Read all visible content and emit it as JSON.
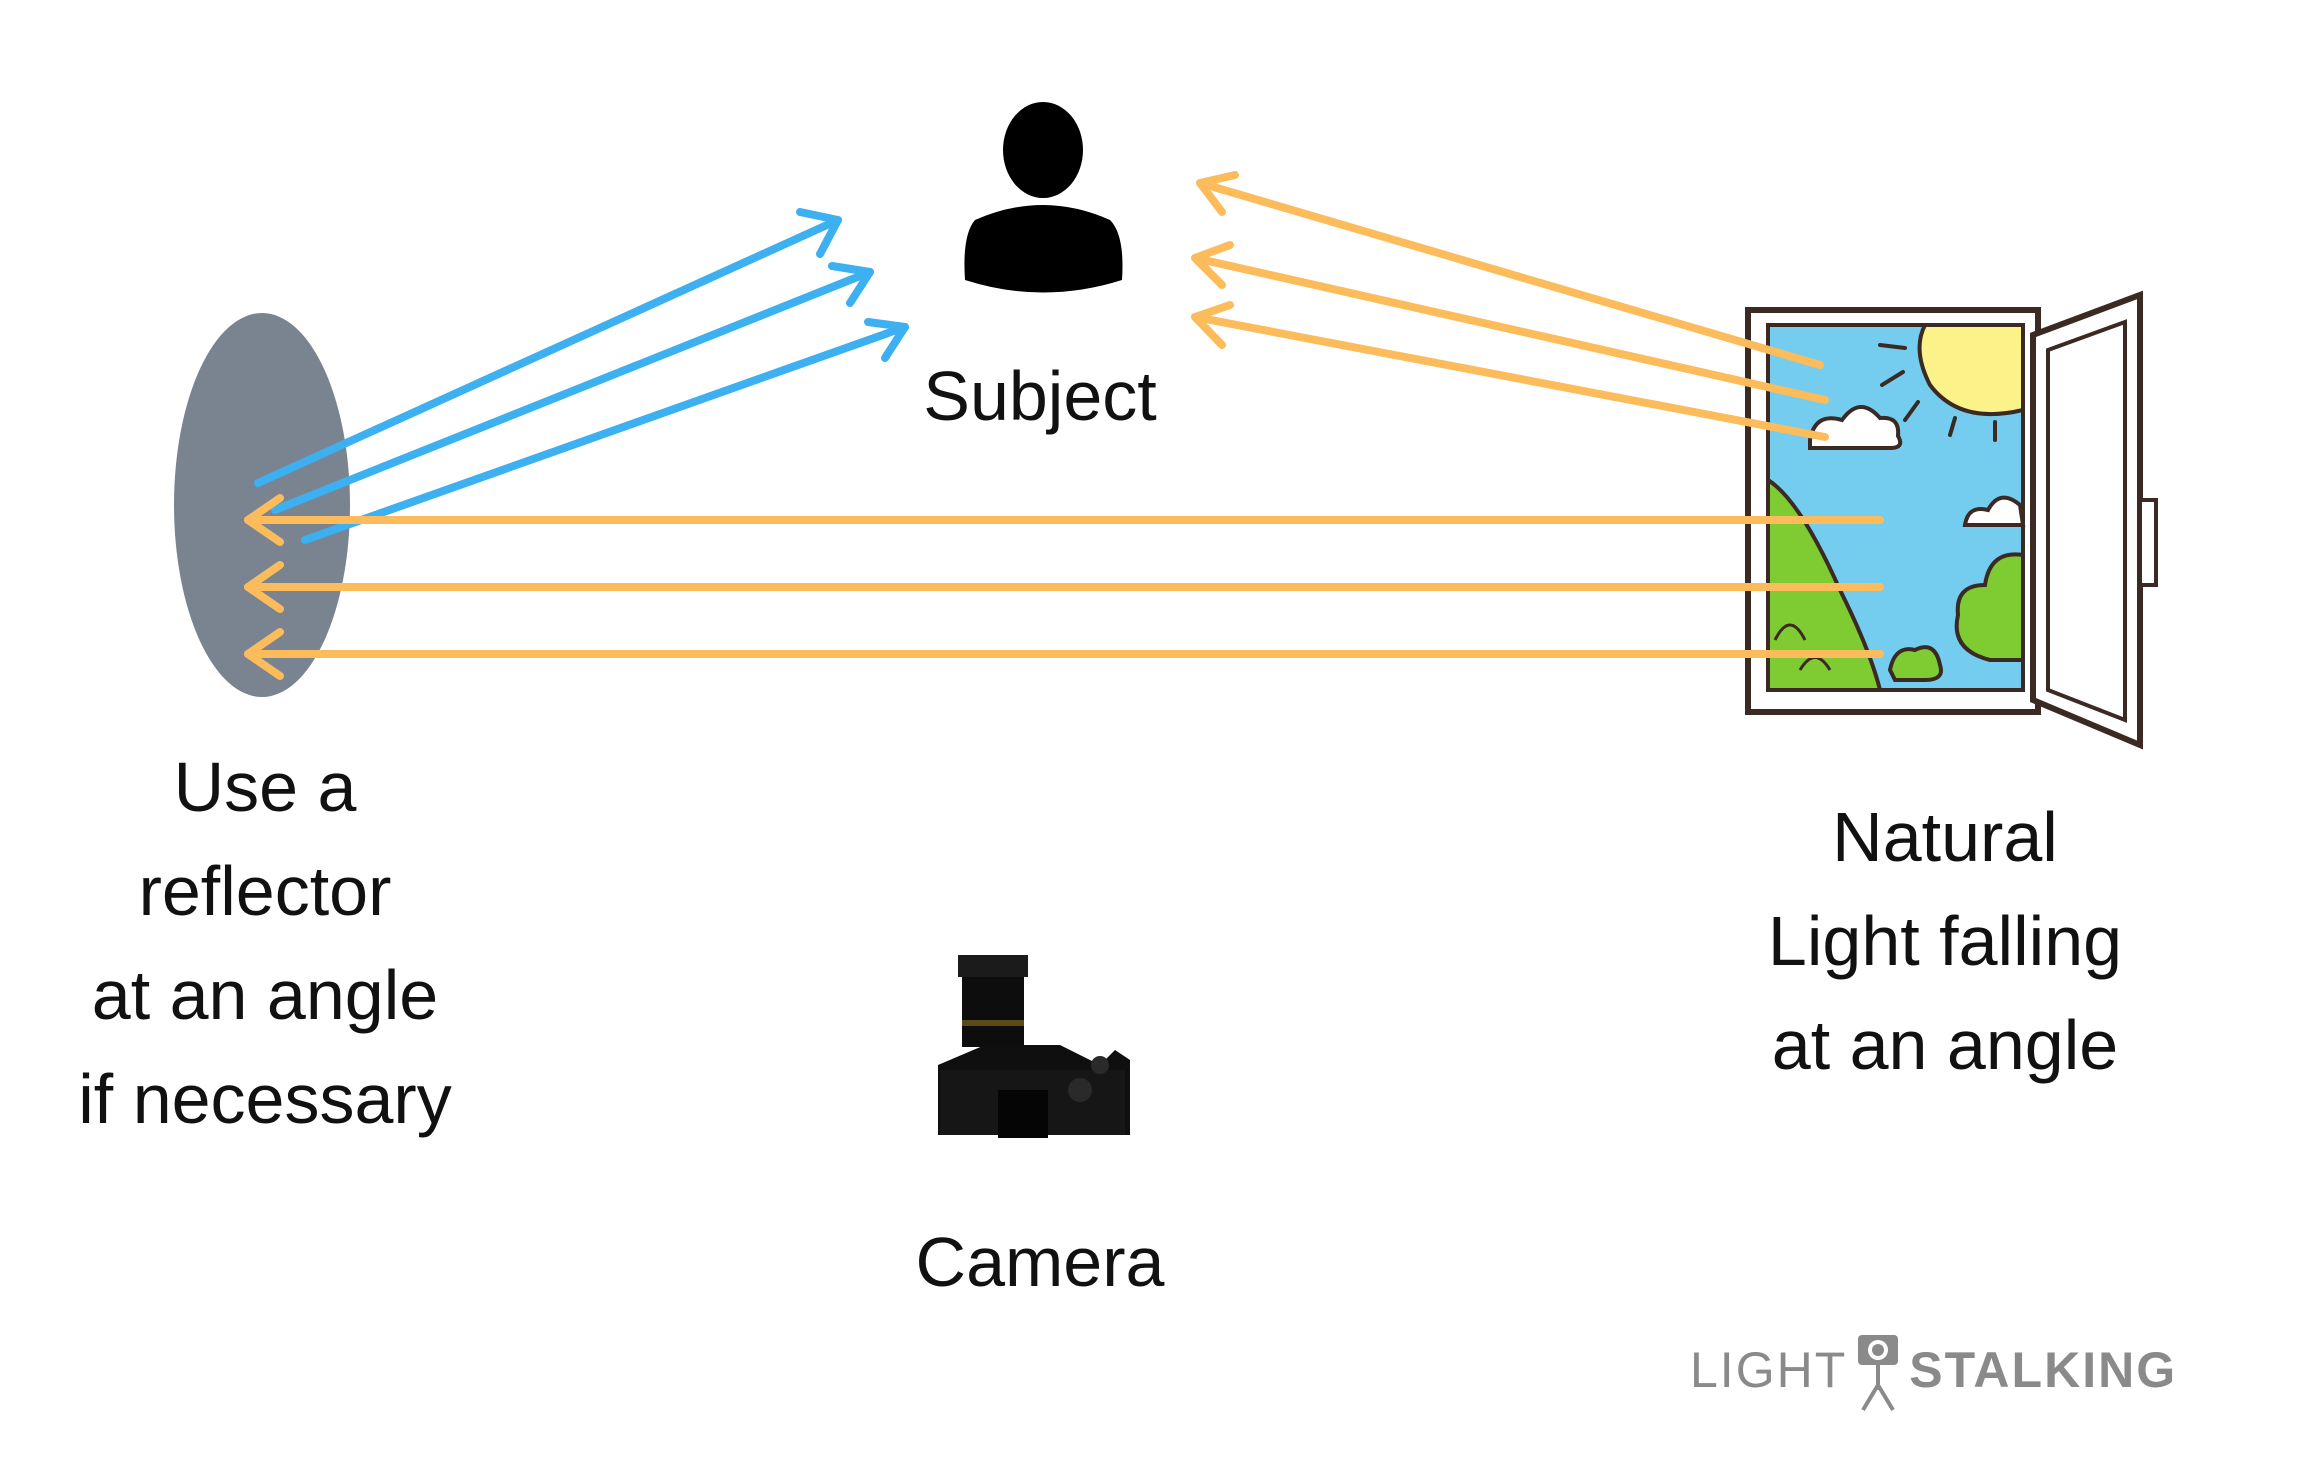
{
  "labels": {
    "subject": "Subject",
    "reflector": [
      "Use a",
      "reflector",
      "at an angle",
      "if necessary"
    ],
    "natural_light": [
      "Natural",
      "Light falling",
      "at an angle"
    ],
    "camera": "Camera"
  },
  "logo": {
    "part1": "LIGHT",
    "part2": "STALKING"
  },
  "colors": {
    "blue_arrow": "#3cb0f0",
    "orange_arrow": "#fcbc5c",
    "reflector": "#7a8490",
    "sky": "#74cdee",
    "sun": "#fbf28a",
    "grass": "#7ecb32",
    "frame": "#3b2a24",
    "logo": "#8a8a8a"
  },
  "icons": [
    "person-icon",
    "reflector-disc",
    "window-icon",
    "camera-icon",
    "tripod-camera-icon"
  ]
}
